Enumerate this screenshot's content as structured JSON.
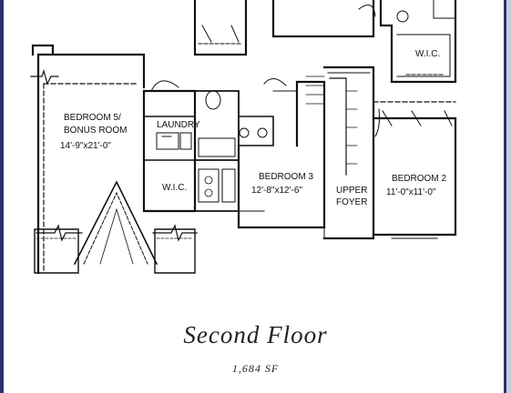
{
  "plan": {
    "title": "Second Floor",
    "area": "1,684 SF",
    "rooms": {
      "bedroom5": {
        "name1": "BEDROOM 5/",
        "name2": "BONUS ROOM",
        "dims": "14'-9\"x21'-0\""
      },
      "laundry": {
        "name": "LAUNDRY"
      },
      "wic_left": {
        "name": "W.I.C."
      },
      "wic_right": {
        "name": "W.I.C."
      },
      "bedroom3": {
        "name": "BEDROOM 3",
        "dims": "12'-8\"x12'-6\""
      },
      "foyer": {
        "name1": "UPPER",
        "name2": "FOYER"
      },
      "bedroom2": {
        "name": "BEDROOM 2",
        "dims": "11'-0\"x11'-0\""
      }
    }
  },
  "colors": {
    "frame": "#2a2f6e",
    "ink": "#111111"
  }
}
